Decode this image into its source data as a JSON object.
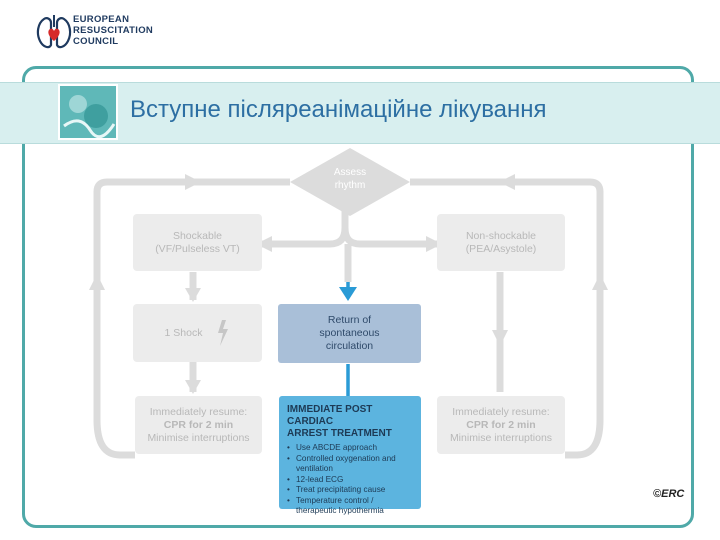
{
  "logo": {
    "lines": [
      "EUROPEAN",
      "RESUSCITATION",
      "COUNCIL"
    ]
  },
  "title": "Вступне післяреанімаційне лікування",
  "diagram": {
    "assess": [
      "Assess",
      "rhythm"
    ],
    "shockable": [
      "Shockable",
      "(VF/Pulseless VT)"
    ],
    "non_shockable": [
      "Non-shockable",
      "(PEA/Asystole)"
    ],
    "shock": "1 Shock",
    "rosc": [
      "Return of",
      "spontaneous",
      "circulation"
    ],
    "left_resume": [
      "Immediately resume:",
      "CPR for 2 min",
      "Minimise interruptions"
    ],
    "right_resume": [
      "Immediately resume:",
      "CPR for 2 min",
      "Minimise interruptions"
    ],
    "post_title": [
      "IMMEDIATE POST CARDIAC",
      "ARREST TREATMENT"
    ],
    "post_items": [
      "Use ABCDE approach",
      "Controlled oxygenation and ventilation",
      "12-lead ECG",
      "Treat precipitating cause",
      "Temperature control / therapeutic hypothermia"
    ]
  },
  "credit": "©ERC",
  "colors": {
    "frame": "#4fa9a8",
    "band": "#d8efef",
    "title": "#2d6fa3",
    "rosc": "#a9bfd8",
    "post": "#5cb4df",
    "arrow": "#2a9bd6",
    "faded": "#dcdcdc"
  }
}
